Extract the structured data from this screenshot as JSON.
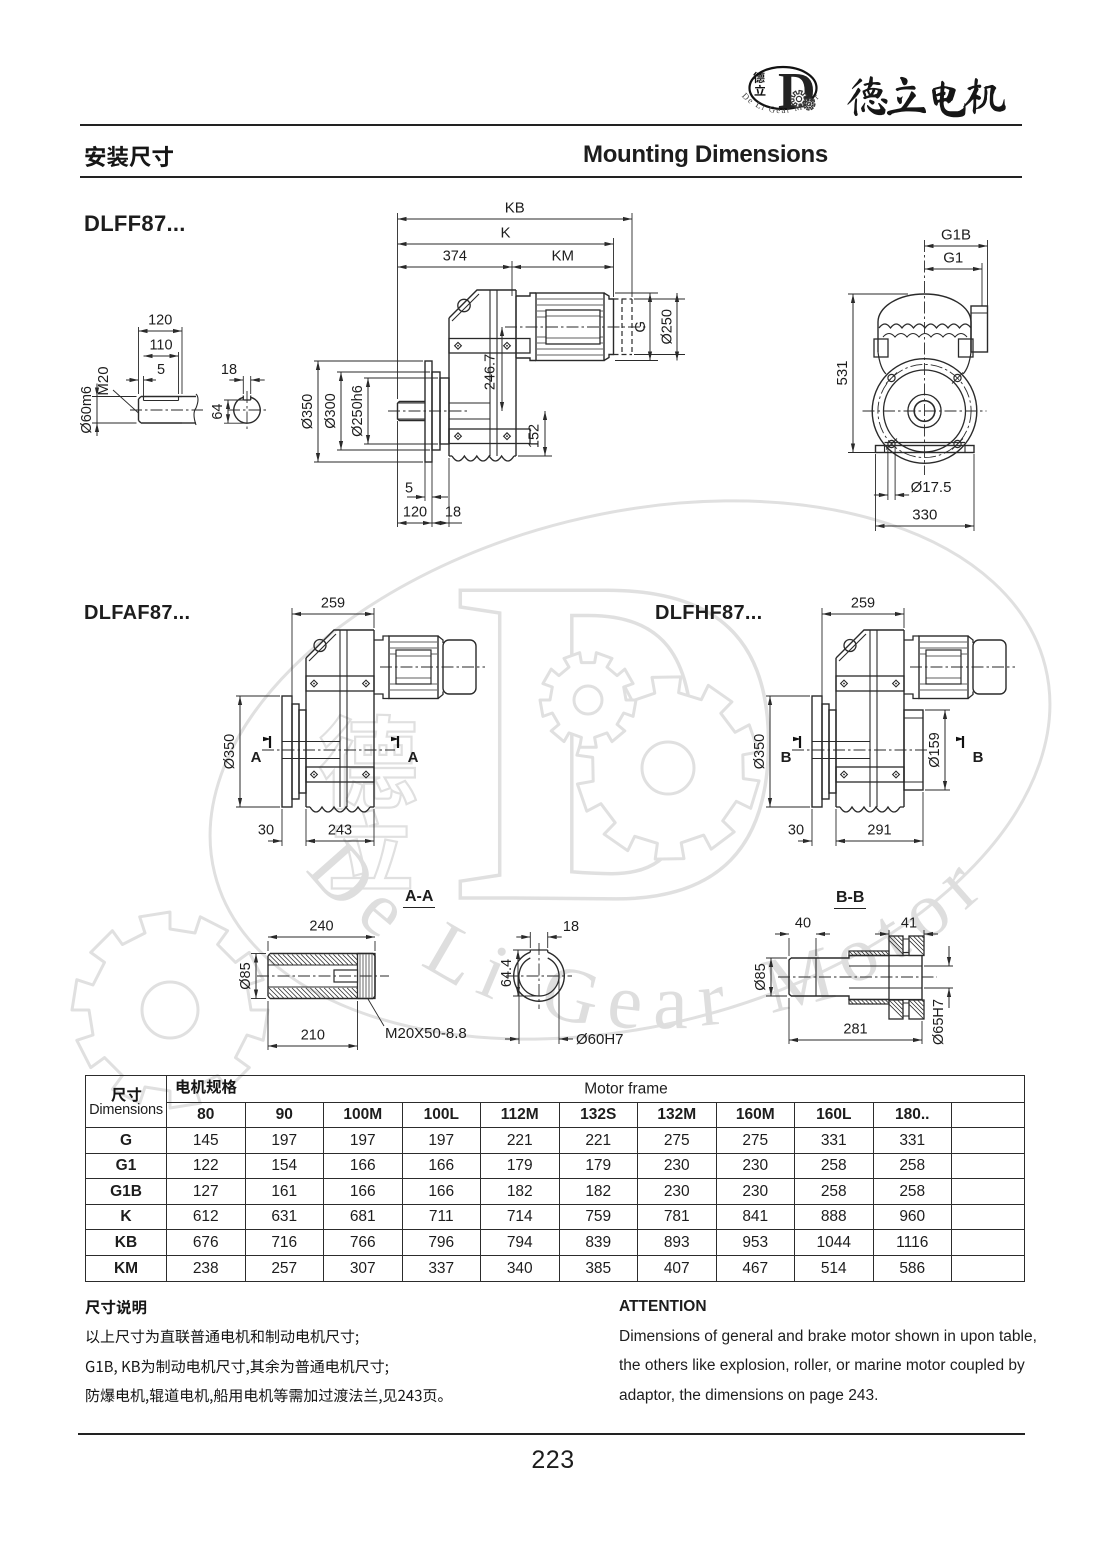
{
  "page": {
    "number": "223"
  },
  "header": {
    "brand": "德立电机",
    "logo_cn": "德立",
    "logo_letter": "D",
    "logo_arc": "De Li Gear Motor"
  },
  "title": {
    "cn": "安装尺寸",
    "en": "Mounting Dimensions"
  },
  "watermark": {
    "text": "De Li Gear Motor"
  },
  "models": {
    "m1": "DLFF87...",
    "m2": "DLFAF87...",
    "m3": "DLFHF87...",
    "secA": "A-A",
    "secB": "B-B"
  },
  "dims": {
    "kb": "KB",
    "k": "K",
    "l374": "374",
    "km": "KM",
    "g": "G",
    "d250": "Ø250",
    "l2467": "246.7",
    "l152": "152",
    "b5": "5",
    "b120": "120",
    "b18": "18",
    "d350": "Ø350",
    "d300": "Ø300",
    "d250h6": "Ø250h6",
    "m20": "M20",
    "d60m6": "Ø60m6",
    "s5": "5",
    "s110": "110",
    "s120": "120",
    "c18": "18",
    "c64": "64",
    "h531": "531",
    "g1b": "G1B",
    "g1": "G1",
    "d175": "Ø17.5",
    "w330": "330",
    "secA1": "A",
    "secA2": "A",
    "af259": "259",
    "af350": "Ø350",
    "af30": "30",
    "afbot": "243",
    "secB1": "B",
    "secB2": "B",
    "hf259": "259",
    "hf350": "Ø350",
    "hf159": "Ø159",
    "hf30": "30",
    "hfbot": "291",
    "aa240": "240",
    "aa85": "Ø85",
    "aa210": "210",
    "aam20": "M20X50-8.8",
    "aa18": "18",
    "aa644": "64.4",
    "aa60": "Ø60H7",
    "bb40": "40",
    "bb41": "41",
    "bb85": "Ø85",
    "bb281": "281",
    "bb65": "Ø65H7"
  },
  "table": {
    "dim_cn": "尺寸",
    "dim_en": "Dimensions",
    "spec_cn": "电机规格",
    "frame_en": "Motor frame",
    "columns": [
      "80",
      "90",
      "100M",
      "100L",
      "112M",
      "132S",
      "132M",
      "160M",
      "160L",
      "180.."
    ],
    "rows": [
      {
        "name": "G",
        "values": [
          "145",
          "197",
          "197",
          "197",
          "221",
          "221",
          "275",
          "275",
          "331",
          "331"
        ]
      },
      {
        "name": "G1",
        "values": [
          "122",
          "154",
          "166",
          "166",
          "179",
          "179",
          "230",
          "230",
          "258",
          "258"
        ]
      },
      {
        "name": "G1B",
        "values": [
          "127",
          "161",
          "166",
          "166",
          "182",
          "182",
          "230",
          "230",
          "258",
          "258"
        ]
      },
      {
        "name": "K",
        "values": [
          "612",
          "631",
          "681",
          "711",
          "714",
          "759",
          "781",
          "841",
          "888",
          "960"
        ]
      },
      {
        "name": "KB",
        "values": [
          "676",
          "716",
          "766",
          "796",
          "794",
          "839",
          "893",
          "953",
          "1044",
          "1116"
        ]
      },
      {
        "name": "KM",
        "values": [
          "238",
          "257",
          "307",
          "337",
          "340",
          "385",
          "407",
          "467",
          "514",
          "586"
        ]
      }
    ]
  },
  "notes": {
    "cn_title": "尺寸说明",
    "cn_lines": [
      "以上尺寸为直联普通电机和制动电机尺寸;",
      "G1B, KB为制动电机尺寸,其余为普通电机尺寸;",
      "防爆电机,辊道电机,船用电机等需加过渡法兰,见243页。"
    ],
    "en_title": "ATTENTION",
    "en_lines": [
      "Dimensions of general and brake motor shown in upon table,",
      "the others like explosion, roller, or marine motor coupled by",
      "adaptor, the dimensions on page 243."
    ]
  }
}
